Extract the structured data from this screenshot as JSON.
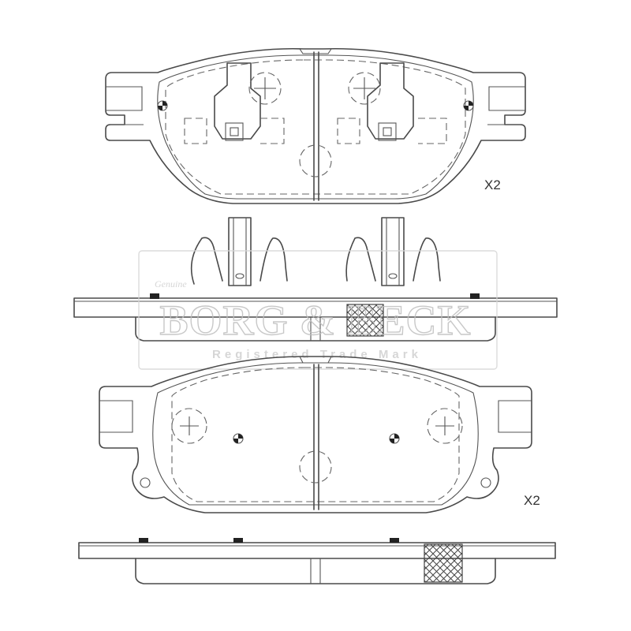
{
  "diagram": {
    "labels": {
      "top_pad_quantity": "X2",
      "bottom_pad_quantity": "X2"
    },
    "watermark": {
      "brand": "BORG & BECK",
      "subtitle": "Registered Trade Mark",
      "script": "Genuine"
    },
    "colors": {
      "line": "#4a4a4a",
      "watermark": "#bfbfbf",
      "background": "#ffffff"
    }
  }
}
